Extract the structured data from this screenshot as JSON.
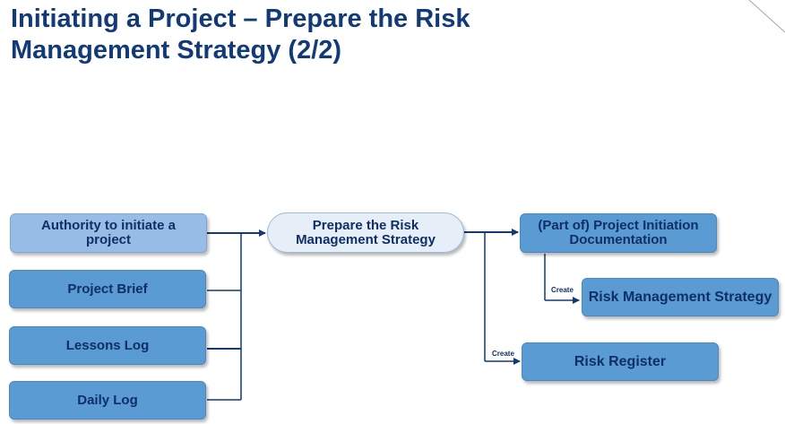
{
  "title": {
    "line1": "Initiating a Project – Prepare the Risk",
    "line2": "Management Strategy (2/2)"
  },
  "inputs": [
    {
      "label": "Authority to initiate a project"
    },
    {
      "label": "Project Brief"
    },
    {
      "label": "Lessons Log"
    },
    {
      "label": "Daily Log"
    }
  ],
  "process": {
    "label": "Prepare the Risk Management Strategy"
  },
  "outputs": {
    "pid": "(Part of) Project Initiation Documentation",
    "risk_strategy": "Risk Management Strategy",
    "risk_register": "Risk Register"
  },
  "connectors": {
    "create_1": "Create",
    "create_2": "Create"
  },
  "colors": {
    "title": "#123a79",
    "box_light": "#97bde6",
    "box_mid": "#5a9bd4",
    "line": "#123a79"
  }
}
